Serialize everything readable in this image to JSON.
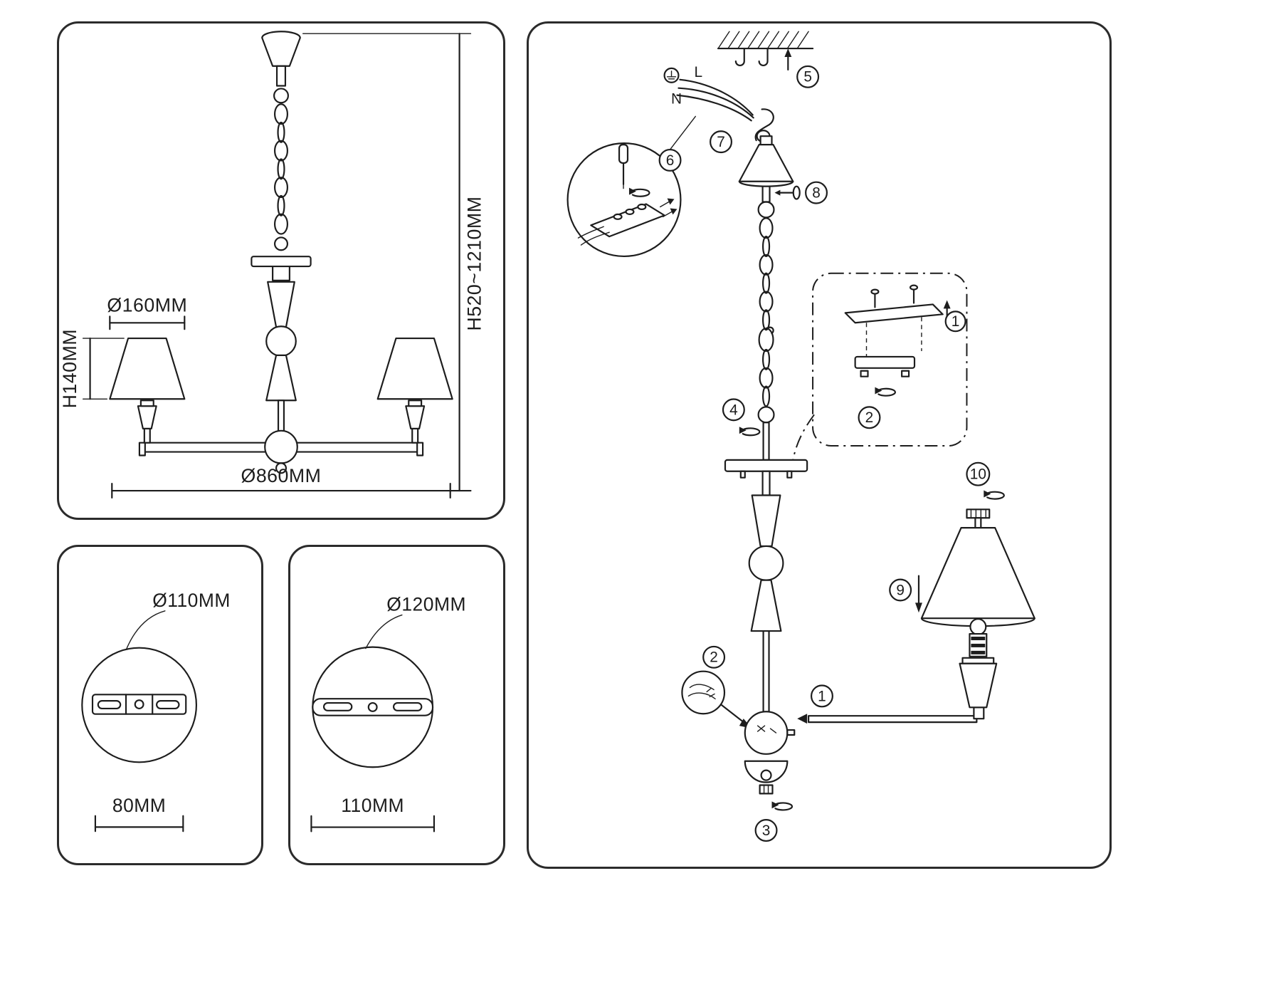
{
  "dimensions_panel": {
    "shade_diameter": "Ø160MM",
    "shade_height": "H140MM",
    "overall_diameter": "Ø860MM",
    "overall_height": "H520~1210MM"
  },
  "mount_detail_small": {
    "diameter": "Ø110MM",
    "hole_spacing": "80MM"
  },
  "mount_detail_large": {
    "diameter": "Ø120MM",
    "hole_spacing": "110MM"
  },
  "assembly": {
    "wire_live_label": "L",
    "wire_neutral_label": "N",
    "steps": {
      "s1": "1",
      "s2": "2",
      "s3": "3",
      "s4": "4",
      "s5": "5",
      "s6": "6",
      "s7": "7",
      "s8": "8",
      "s9": "9",
      "s10": "10"
    }
  }
}
